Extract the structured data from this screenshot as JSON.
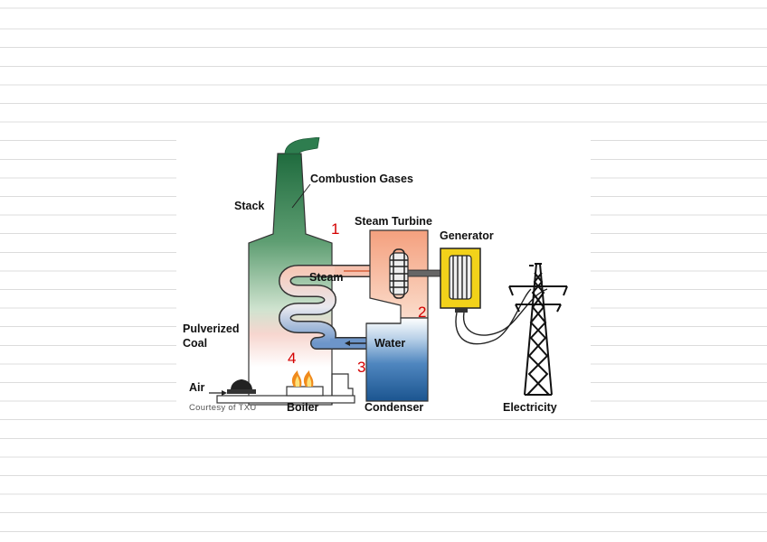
{
  "labels": {
    "stack": "Stack",
    "combustion_gases": "Combustion Gases",
    "steam_turbine": "Steam Turbine",
    "generator": "Generator",
    "steam": "Steam",
    "water": "Water",
    "pulverized": "Pulverized",
    "coal": "Coal",
    "air": "Air",
    "boiler": "Boiler",
    "condenser": "Condenser",
    "electricity": "Electricity",
    "courtesy": "Courtesy of TXU"
  },
  "markers": [
    "1",
    "2",
    "3",
    "4"
  ],
  "colors": {
    "stack_green": "#2e7d4f",
    "turbine_orange": "#f7a986",
    "condenser_blue": "#1f5f9e",
    "generator_yellow": "#f2d21a",
    "marker_red": "#d40000",
    "flame": "#f08a1c"
  }
}
